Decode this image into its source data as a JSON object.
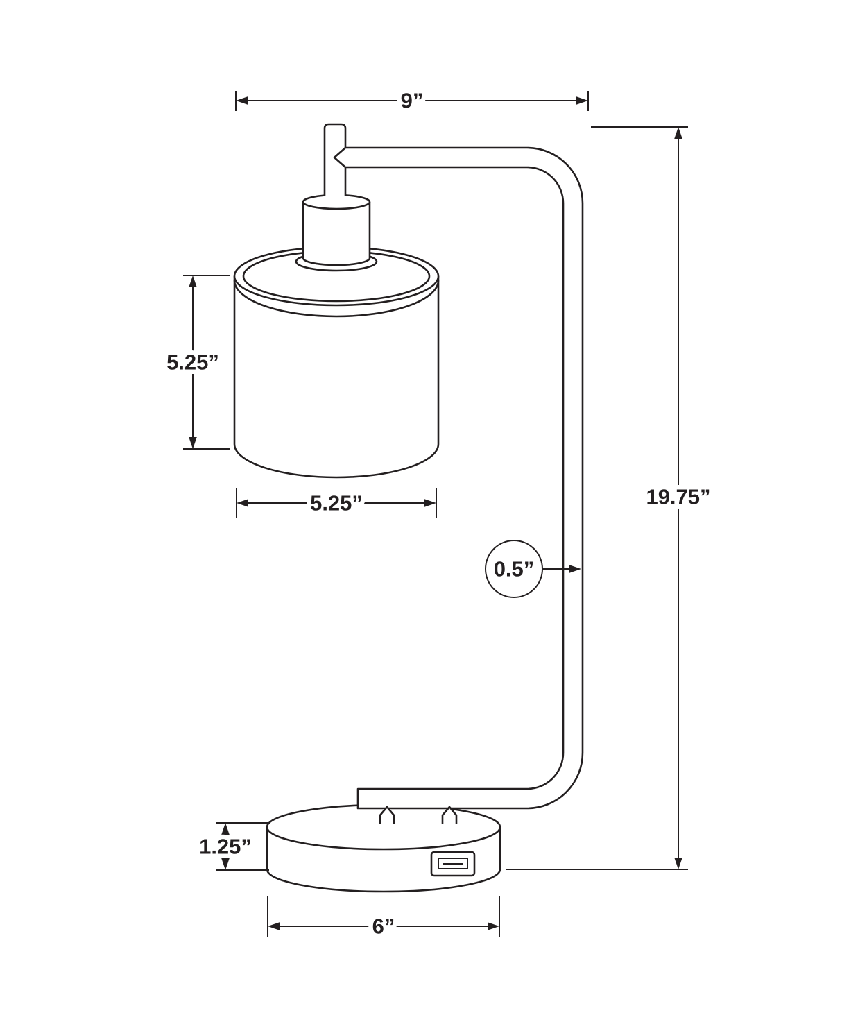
{
  "drawing": {
    "background": "#ffffff",
    "line_color": "#231f20",
    "labels": {
      "overall_width": "9”",
      "overall_height": "19.75”",
      "shade_height": "5.25”",
      "shade_width": "5.25”",
      "arm_diameter": "0.5”",
      "base_height": "1.25”",
      "base_width": "6”"
    }
  }
}
